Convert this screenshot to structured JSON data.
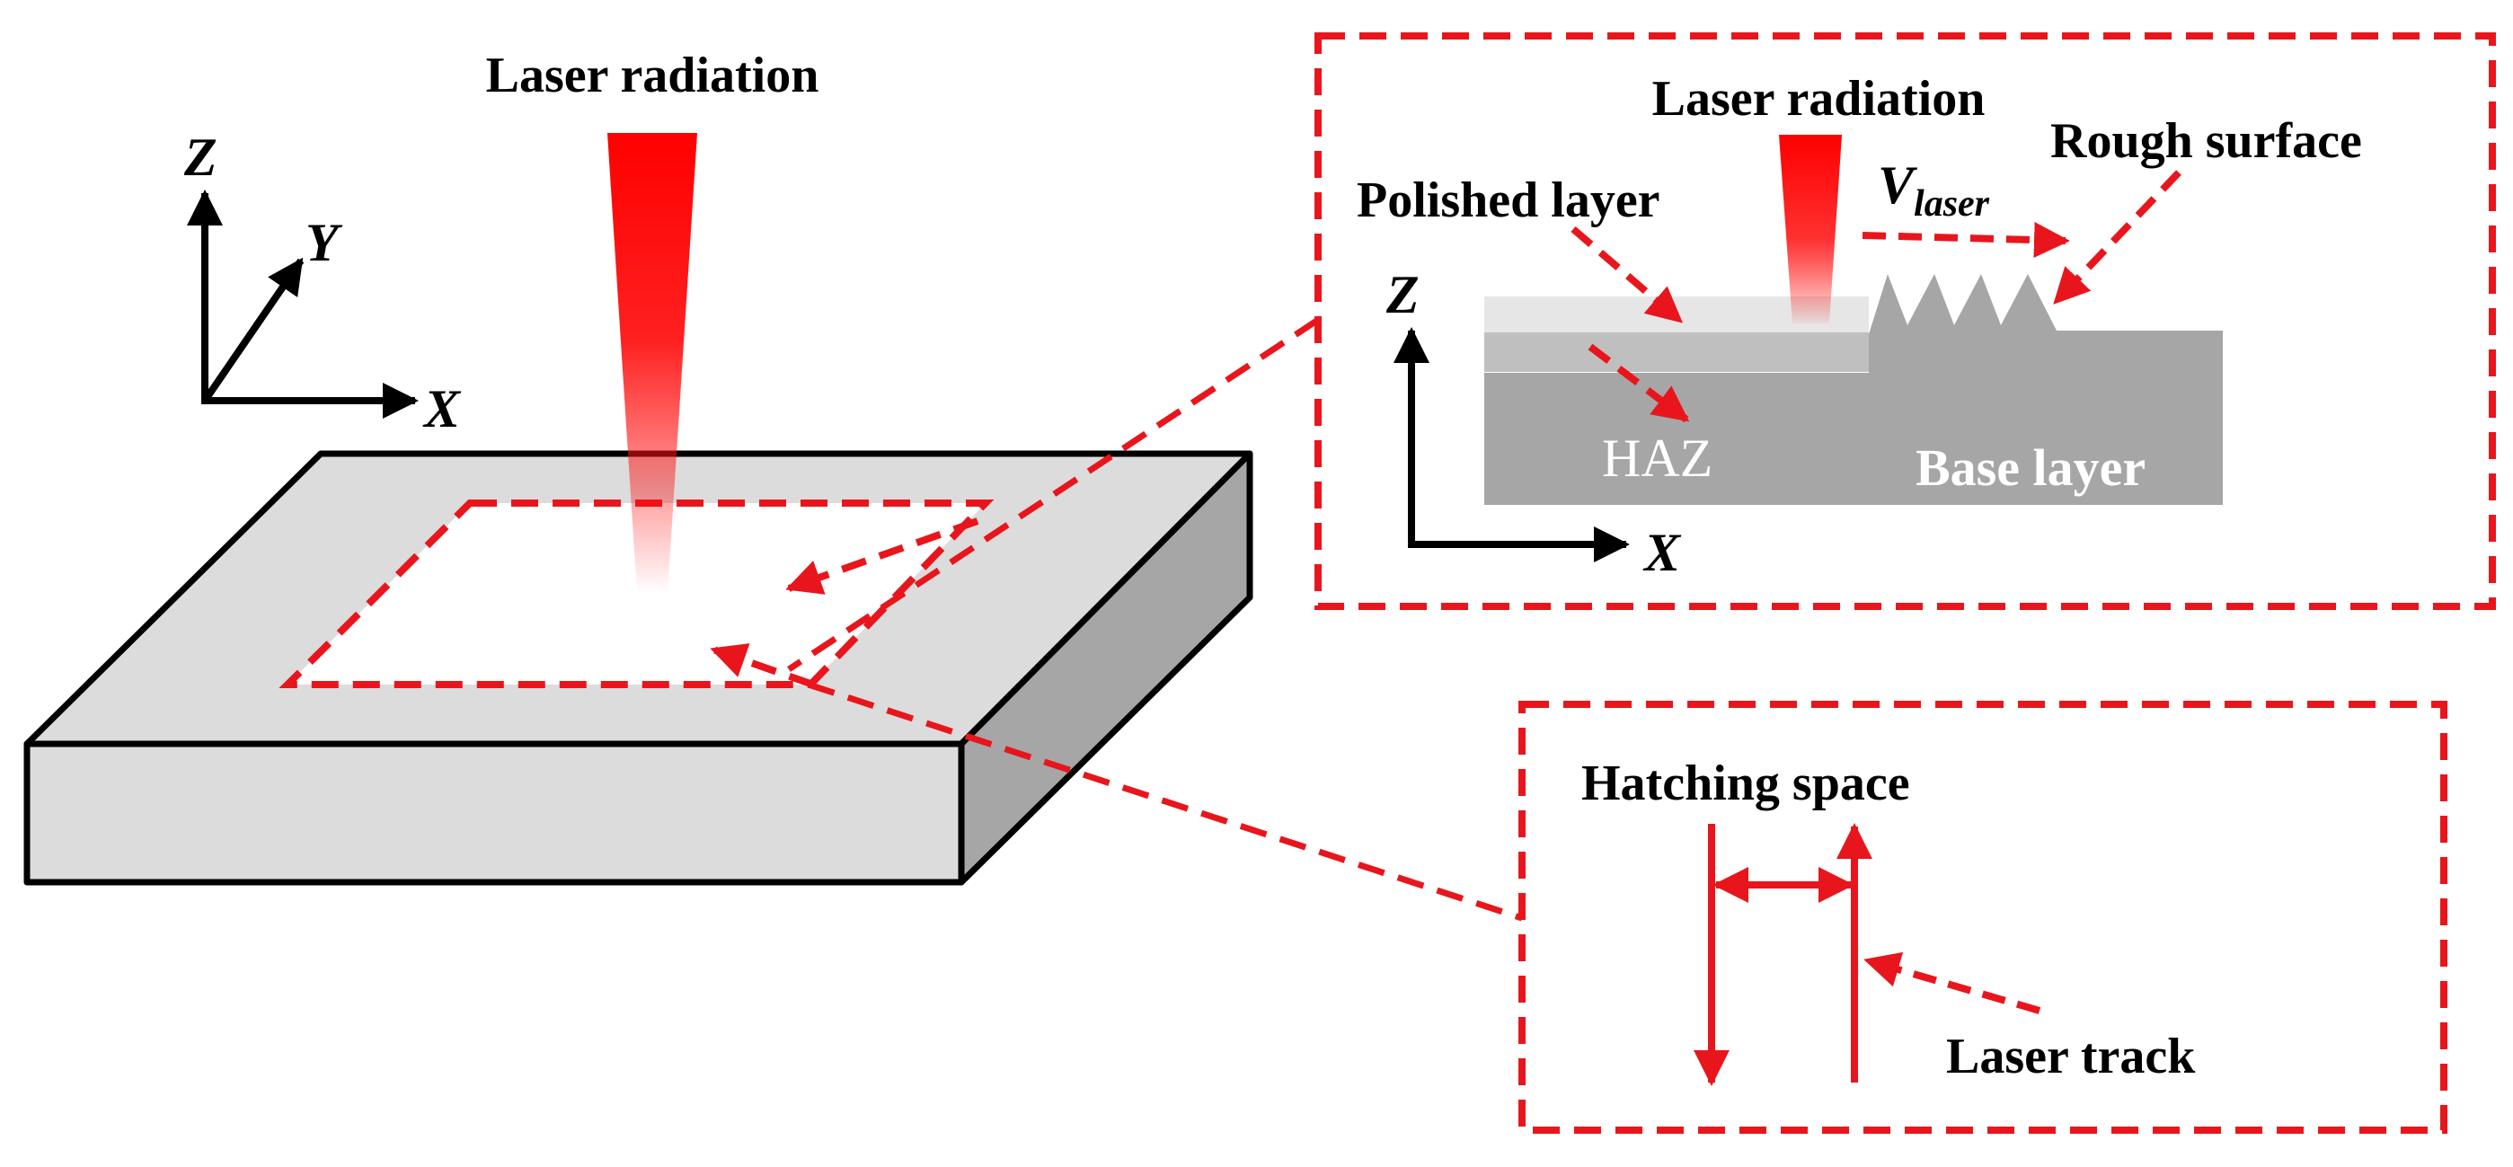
{
  "labels": {
    "main_laser": "Laser radiation",
    "inset_laser": "Laser radiation",
    "polished_layer": "Polished layer",
    "rough_surface": "Rough surface",
    "haz": "HAZ",
    "base_layer": "Base layer",
    "velocity_symbol": "V",
    "velocity_subscript": "laser",
    "hatching_space": "Hatching space",
    "laser_track": "Laser track"
  },
  "axes": {
    "main": {
      "x": "X",
      "y": "Y",
      "z": "Z"
    },
    "inset": {
      "x": "X",
      "z": "Z"
    }
  },
  "colors": {
    "accent_red": "#e8161c",
    "beam_red": "#ff0000",
    "plate_top": "#dcdcdc",
    "plate_side": "#a6a6a6",
    "base_grey": "#a6a6a6",
    "haz_grey": "#bfbfbf",
    "polished_grey": "#e6e6e6",
    "outline": "#000000"
  }
}
